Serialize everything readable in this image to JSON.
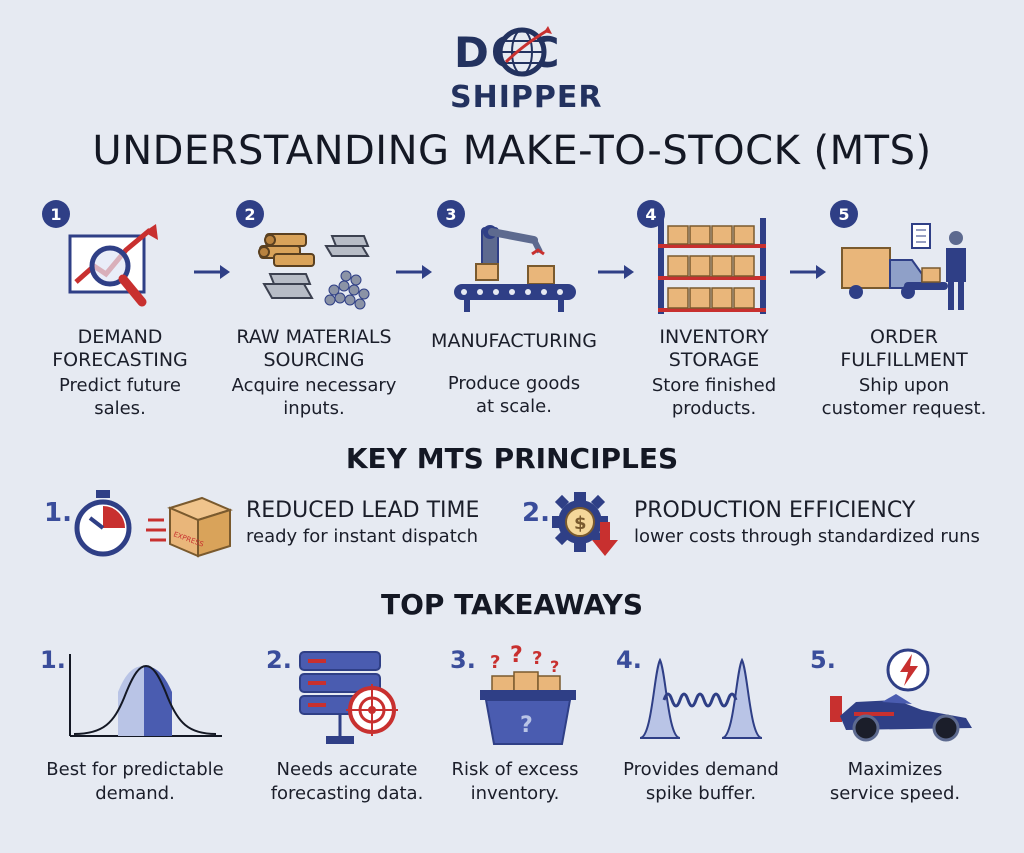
{
  "logo": {
    "line1": "DOC",
    "line2": "SHIPPER"
  },
  "title": "UNDERSTANDING MAKE-TO-STOCK (MTS)",
  "process": [
    {
      "num": "1",
      "title_l1": "DEMAND",
      "title_l2": "FORECASTING",
      "desc_l1": "Predict future",
      "desc_l2": "sales."
    },
    {
      "num": "2",
      "title_l1": "RAW MATERIALS",
      "title_l2": "SOURCING",
      "desc_l1": "Acquire necessary",
      "desc_l2": "inputs."
    },
    {
      "num": "3",
      "title_l1": "MANUFACTURING",
      "title_l2": "",
      "desc_l1": "Produce goods",
      "desc_l2": "at scale."
    },
    {
      "num": "4",
      "title_l1": "INVENTORY",
      "title_l2": "STORAGE",
      "desc_l1": "Store finished",
      "desc_l2": "products."
    },
    {
      "num": "5",
      "title_l1": "ORDER",
      "title_l2": "FULFILLMENT",
      "desc_l1": "Ship upon",
      "desc_l2": "customer request."
    }
  ],
  "principles_heading": "KEY MTS PRINCIPLES",
  "principles": [
    {
      "num": "1.",
      "title": "REDUCED LEAD TIME",
      "desc": "ready for instant dispatch",
      "box_label": "EXPRESS"
    },
    {
      "num": "2.",
      "title": "PRODUCTION EFFICIENCY",
      "desc": "lower costs through standardized runs"
    }
  ],
  "takeaways_heading": "TOP TAKEAWAYS",
  "takeaways": [
    {
      "num": "1.",
      "l1": "Best for predictable",
      "l2": "demand."
    },
    {
      "num": "2.",
      "l1": "Needs accurate",
      "l2": "forecasting data."
    },
    {
      "num": "3.",
      "l1": "Risk of excess",
      "l2": "inventory."
    },
    {
      "num": "4.",
      "l1": "Provides demand",
      "l2": "spike buffer."
    },
    {
      "num": "5.",
      "l1": "Maximizes",
      "l2": "service speed."
    }
  ],
  "colors": {
    "navy": "#2f3f86",
    "accent_red": "#c8302f",
    "background": "#e6eaf2",
    "box_tan": "#e9b67a"
  },
  "icons": [
    "globe-logo-icon",
    "forecast-chart-icon",
    "raw-materials-icon",
    "robot-arm-conveyor-icon",
    "warehouse-shelves-icon",
    "delivery-truck-icon",
    "stopwatch-icon",
    "express-box-icon",
    "gear-dollar-icon",
    "bell-curve-icon",
    "server-target-icon",
    "question-bin-icon",
    "spring-spike-icon",
    "race-car-icon"
  ]
}
